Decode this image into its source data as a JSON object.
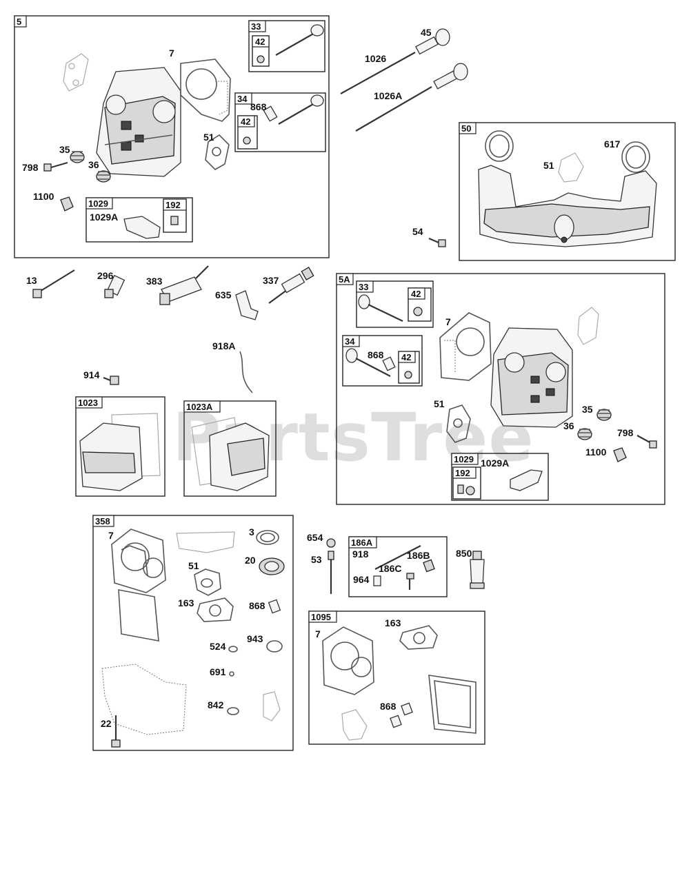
{
  "watermark": "PartsTree",
  "sections": {
    "s5": {
      "tag": "5"
    },
    "s50": {
      "tag": "50"
    },
    "s5A": {
      "tag": "5A"
    },
    "s358": {
      "tag": "358"
    },
    "s1023": {
      "tag": "1023"
    },
    "s1023A": {
      "tag": "1023A"
    },
    "s186A": {
      "tag": "186A"
    },
    "s1095": {
      "tag": "1095"
    }
  },
  "subkits": {
    "s5_33": "33",
    "s5_42a": "42",
    "s5_34": "34",
    "s5_42b": "42",
    "s5_1029": "1029",
    "s5_192": "192",
    "s5A_33": "33",
    "s5A_42a": "42",
    "s5A_34": "34",
    "s5A_42b": "42",
    "s5A_1029": "1029",
    "s5A_192": "192"
  },
  "labels": {
    "s5": [
      "7",
      "868",
      "51",
      "35",
      "798",
      "36",
      "1100",
      "1029A"
    ],
    "top_right": [
      "45",
      "1026",
      "1026A",
      "54"
    ],
    "s50": [
      "51",
      "617"
    ],
    "middle": [
      "13",
      "296",
      "383",
      "337",
      "635",
      "918A",
      "914"
    ],
    "s5A": [
      "7",
      "868",
      "51",
      "35",
      "36",
      "798",
      "1100",
      "1029A"
    ],
    "s358": [
      "7",
      "3",
      "20",
      "51",
      "163",
      "868",
      "524",
      "943",
      "691",
      "842",
      "22"
    ],
    "lower_middle": [
      "654",
      "53",
      "850"
    ],
    "s186A": [
      "918",
      "186B",
      "186C",
      "964"
    ],
    "s1095": [
      "7",
      "163",
      "868"
    ]
  }
}
